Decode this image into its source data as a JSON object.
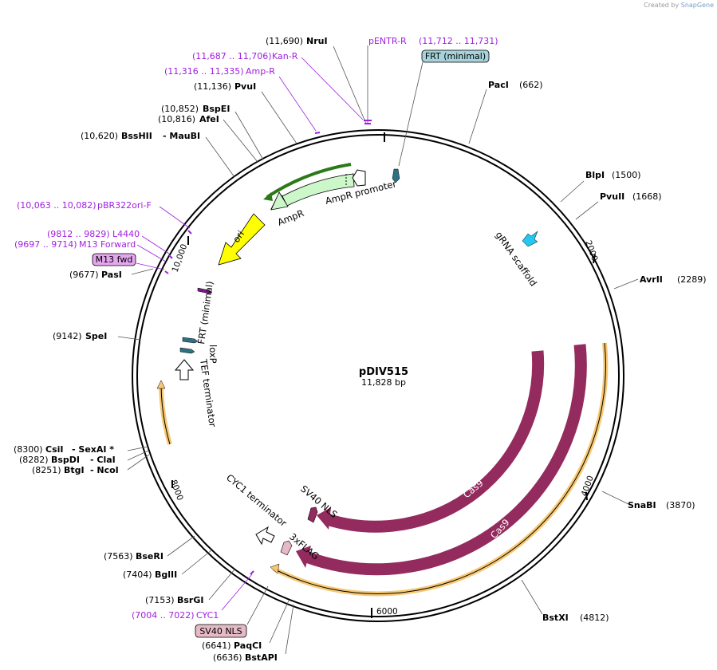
{
  "credit": {
    "created_by": "Created by",
    "app": "SnapGene"
  },
  "plasmid": {
    "name": "pDIV515",
    "length": "11,828 bp"
  },
  "ticks": [
    "2000",
    "4000",
    "6000",
    "8000",
    "10,000"
  ],
  "sites": {
    "nrui": {
      "pos": "(11,690)",
      "name": "NruI"
    },
    "pvui_a": {
      "pos": "(11,136)",
      "name": "PvuI"
    },
    "bspei": {
      "pos": "(10,852)",
      "name": "BspEI"
    },
    "afei": {
      "pos": "(10,816)",
      "name": "AfeI"
    },
    "bsshii": {
      "pos": "(10,620)",
      "name": "BssHII",
      "alt": "- MauBI"
    },
    "pasi": {
      "pos": "(9677)",
      "name": "PasI"
    },
    "spei": {
      "pos": "(9142)",
      "name": "SpeI"
    },
    "csii": {
      "pos": "(8300)",
      "name": "CsiI",
      "alt": "- SexAI *"
    },
    "bspdi": {
      "pos": "(8282)",
      "name": "BspDI",
      "alt": "- ClaI"
    },
    "btgi": {
      "pos": "(8251)",
      "name": "BtgI",
      "alt": "- NcoI"
    },
    "bseri": {
      "pos": "(7563)",
      "name": "BseRI"
    },
    "bglii": {
      "pos": "(7404)",
      "name": "BglII"
    },
    "bsrgi": {
      "pos": "(7153)",
      "name": "BsrGI"
    },
    "paqci": {
      "pos": "(6641)",
      "name": "PaqCI"
    },
    "bstapi": {
      "pos": "(6636)",
      "name": "BstAPI"
    },
    "paci": {
      "pos": "(662)",
      "name": "PacI"
    },
    "blpi": {
      "pos": "(1500)",
      "name": "BlpI"
    },
    "pvuii": {
      "pos": "(1668)",
      "name": "PvuII"
    },
    "avrii": {
      "pos": "(2289)",
      "name": "AvrII"
    },
    "snabi": {
      "pos": "(3870)",
      "name": "SnaBI"
    },
    "bstxi": {
      "pos": "(4812)",
      "name": "BstXI"
    }
  },
  "primers": {
    "pentr_r": {
      "name": "pENTR-R"
    },
    "kan_r": {
      "range": "(11,687 .. 11,706)",
      "name": "Kan-R"
    },
    "amp_r": {
      "range": "(11,316 .. 11,335)",
      "name": "Amp-R"
    },
    "pbr322": {
      "range": "(10,063 .. 10,082)",
      "name": "pBR322ori-F"
    },
    "l4440": {
      "range": "(9812 .. 9829)",
      "name": "L4440"
    },
    "m13fwd": {
      "range": "(9697 .. 9714)",
      "name": "M13 Forward"
    },
    "cyc1": {
      "range": "(7004 .. 7022)",
      "name": "CYC1"
    }
  },
  "boxes": {
    "frt_top": {
      "range": "(11,712 .. 11,731)",
      "label": "FRT (minimal)",
      "color": "#a6d3db"
    },
    "m13": {
      "label": "M13 fwd",
      "color": "#e4a6ee"
    },
    "sv40": {
      "label": "SV40 NLS",
      "color": "#e6b9c6"
    }
  },
  "features": {
    "ampr_promoter": "AmpR promoter",
    "ampr": "AmpR",
    "ori": "ori",
    "frt_minimal": "FRT (minimal)",
    "loxp": "loxP",
    "tef_terminator": "TEF terminator",
    "cyc1_terminator": "CYC1 terminator",
    "threexflag": "3xFLAG",
    "sv40_nls": "SV40 NLS",
    "cas9_inner": "Cas9",
    "cas9_outer": "Cas9",
    "grna_scaffold": "gRNA scaffold"
  },
  "colors": {
    "primer": "#a020e0",
    "cas9": "#942b5e",
    "ampr": "#ccf7c9",
    "ori": "#ffff00",
    "grna": "#25c6f0",
    "frt": "#2e7184",
    "orf": "#f7c873"
  }
}
